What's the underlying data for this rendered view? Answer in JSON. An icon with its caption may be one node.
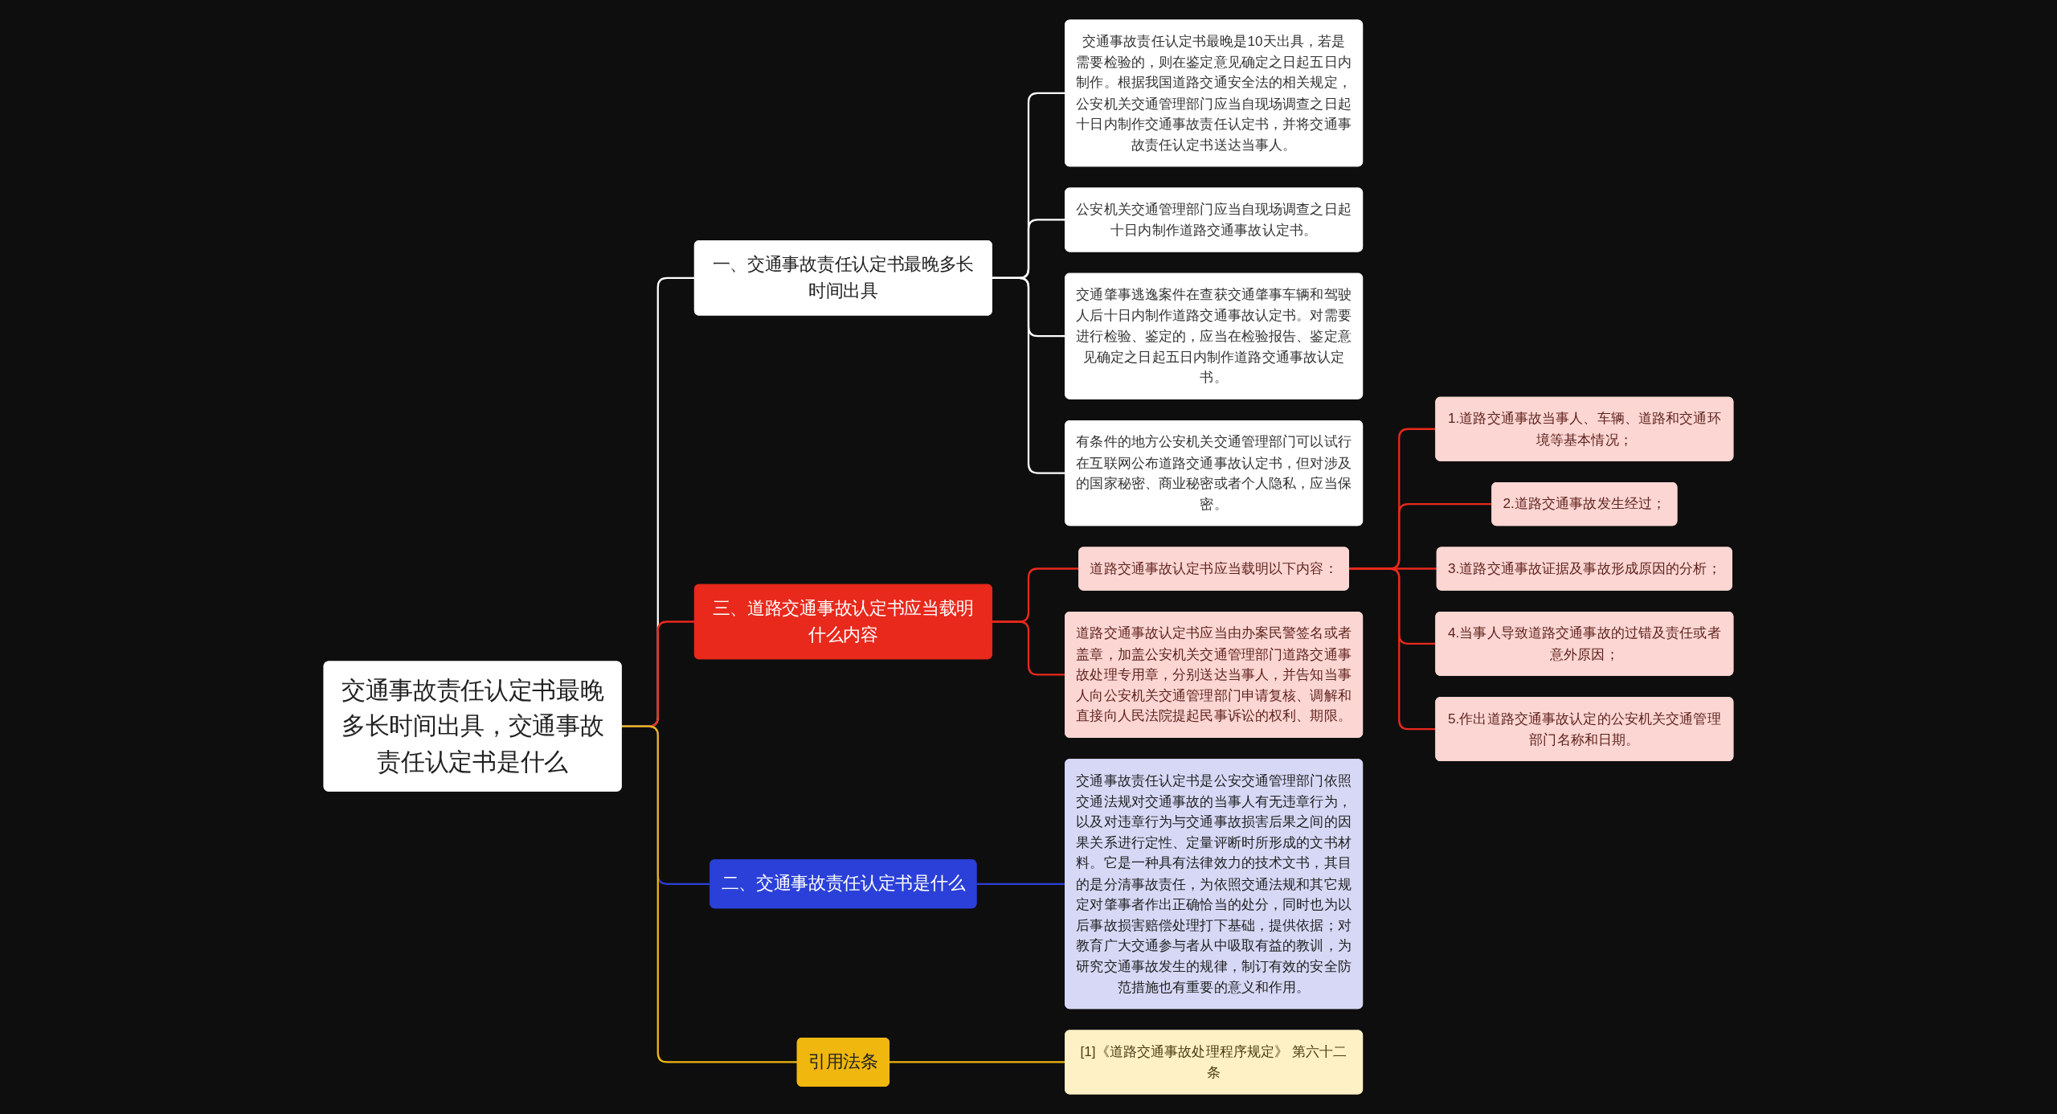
{
  "diagram": {
    "nodes": [
      {
        "text": [
          "交通事故责任认定书最晚多长时间出具，交通事故责任认定书是什么"
        ]
      },
      {
        "text": [
          "一、交通事故责任认定书最晚多长时间出具"
        ]
      },
      {
        "text": [
          "交通事故责任认定书最晚是10天出具，若是需要检验的，则在鉴定意见确定之日起五日内制作。根据我国道路交通安全法的相关规定，公安机关交通管理部门应当自现场调查之日起十日内制作交通事故责任认定书，并将交通事故责任认定书送达当事人。"
        ]
      },
      {
        "text": [
          "公安机关交通管理部门应当自现场调查之日起十日内制作道路交通事故认定书。"
        ]
      },
      {
        "text": [
          "交通肇事逃逸案件在查获交通肇事车辆和驾驶人后十日内制作道路交通事故认定书。对需要进行检验、鉴定的，应当在检验报告、鉴定意见确定之日起五日内制作道路交通事故认定书。"
        ]
      },
      {
        "text": [
          "有条件的地方公安机关交通管理部门可以试行在互联网公布道路交通事故认定书，但对涉及的国家秘密、商业秘密或者个人隐私，应当保密。"
        ]
      },
      {
        "text": [
          "三、道路交通事故认定书应当载明什么内容"
        ]
      },
      {
        "text": [
          "道路交通事故认定书应当载明以下内容："
        ]
      },
      {
        "text": [
          "1.道路交通事故当事人、车辆、道路和交通环境等基本情况；"
        ]
      },
      {
        "text": [
          "2.道路交通事故发生经过；"
        ]
      },
      {
        "text": [
          "3.道路交通事故证据及事故形成原因的分析；"
        ]
      },
      {
        "text": [
          "4.当事人导致道路交通事故的过错及责任或者意外原因；"
        ]
      },
      {
        "text": [
          "5.作出道路交通事故认定的公安机关交通管理部门名称和日期。"
        ]
      },
      {
        "text": [
          "道路交通事故认定书应当由办案民警签名或者盖章，加盖公安机关交通管理部门道路交通事故处理专用章，分别送达当事人，并告知当事人向公安机关交通管理部门申请复核、调解和直接向人民法院提起民事诉讼的权利、期限。"
        ]
      },
      {
        "text": [
          "二、交通事故责任认定书是什么"
        ]
      },
      {
        "text": [
          "交通事故责任认定书是公安交通管理部门依照交通法规对交通事故的当事人有无违章行为，以及对违章行为与交通事故损害后果之间的因果关系进行定性、定量评断时所形成的文书材料。它是一种具有法律效力的技术文书，其目的是分清事故责任，为依照交通法规和其它规定对肇事者作出正确恰当的处分，同时也为以后事故损害赔偿处理打下基础，提供依据；对教育广大交通参与者从中吸取有益的教训，为研究交通事故发生的规律，制订有效的安全防范措施也有重要的意义和作用。"
        ]
      },
      {
        "text": [
          "引用法条"
        ]
      },
      {
        "text": [
          "[1]《道路交通事故处理程序规定》 第六十二条"
        ]
      }
    ],
    "edges": [
      {
        "from": 0,
        "to": 1,
        "arrow": "none",
        "color": "#ffffff"
      },
      {
        "from": 1,
        "to": 2,
        "arrow": "none",
        "color": "#ffffff"
      },
      {
        "from": 1,
        "to": 3,
        "arrow": "none",
        "color": "#ffffff"
      },
      {
        "from": 1,
        "to": 4,
        "arrow": "none",
        "color": "#ffffff"
      },
      {
        "from": 1,
        "to": 5,
        "arrow": "none",
        "color": "#ffffff"
      },
      {
        "from": 0,
        "to": 6,
        "arrow": "none"
      },
      {
        "from": 6,
        "to": 7,
        "arrow": "none"
      },
      {
        "from": 7,
        "to": 8,
        "arrow": "none"
      },
      {
        "from": 7,
        "to": 9,
        "arrow": "none"
      },
      {
        "from": 7,
        "to": 10,
        "arrow": "none"
      },
      {
        "from": 7,
        "to": 11,
        "arrow": "none"
      },
      {
        "from": 7,
        "to": 12,
        "arrow": "none"
      },
      {
        "from": 6,
        "to": 13,
        "arrow": "none"
      },
      {
        "from": 0,
        "to": 14,
        "arrow": "none",
        "color": "#2b40d8"
      },
      {
        "from": 14,
        "to": 15,
        "arrow": "none",
        "color": "#2b40d8"
      },
      {
        "from": 0,
        "to": 16,
        "arrow": "none",
        "color": "#f0b70f"
      },
      {
        "from": 16,
        "to": 17,
        "arrow": "none",
        "color": "#f0b70f"
      }
    ]
  }
}
